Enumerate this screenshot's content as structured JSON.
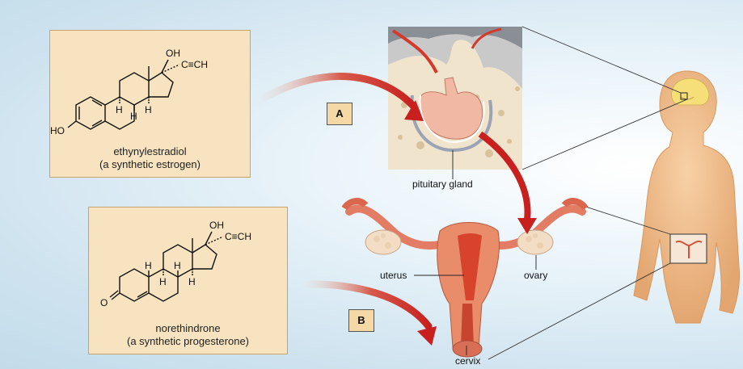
{
  "molecules": {
    "ethynylestradiol": {
      "name": "ethynylestradiol",
      "description": "(a synthetic estrogen)",
      "atoms": {
        "oh": "OH",
        "ethynyl": "C≡CH",
        "ho": "HO",
        "h1": "H",
        "h2": "H",
        "h3": "H"
      }
    },
    "norethindrone": {
      "name": "norethindrone",
      "description": "(a synthetic progesterone)",
      "atoms": {
        "oh": "OH",
        "ethynyl": "C≡CH",
        "o": "O",
        "h1": "H",
        "h2": "H",
        "h3": "H",
        "h4": "H"
      }
    }
  },
  "badges": {
    "a": "A",
    "b": "B"
  },
  "labels": {
    "pituitary": "pituitary gland",
    "uterus": "uterus",
    "ovary": "ovary",
    "cervix": "cervix"
  },
  "colors": {
    "arrow": "#c8201e",
    "box_fill": "#f7e3bf",
    "skin": "#f0c08e",
    "tissue": "#e88c6a"
  }
}
